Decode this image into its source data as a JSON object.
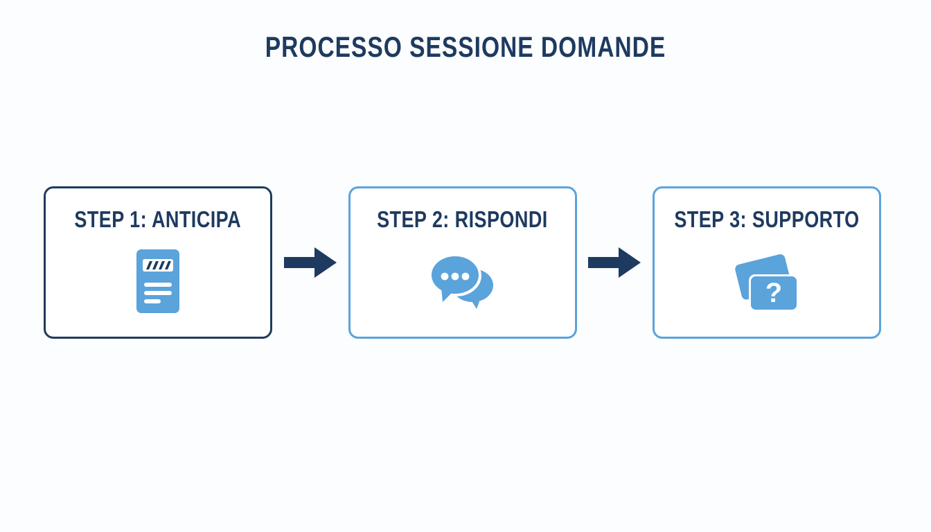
{
  "page": {
    "title": "PROCESSO SESSIONE DOMANDE",
    "background_color": "#fbfdfe",
    "accent_navy": "#1e3a5f",
    "accent_blue": "#5aa3db"
  },
  "flow": {
    "steps": [
      {
        "label": "STEP 1: ANTICIPA",
        "icon": "document-icon",
        "border_color": "#1e3a5f",
        "border_style": "navy"
      },
      {
        "label": "STEP 2: RISPONDI",
        "icon": "speech-bubbles-icon",
        "border_color": "#5aa3db",
        "border_style": "lightblue"
      },
      {
        "label": "STEP 3: SUPPORTO",
        "icon": "question-cards-icon",
        "border_color": "#5aa3db",
        "border_style": "lightblue"
      }
    ],
    "connectors": [
      {
        "icon": "arrow-right-icon",
        "color": "#1e3a5f"
      },
      {
        "icon": "arrow-right-icon",
        "color": "#1e3a5f"
      }
    ]
  }
}
